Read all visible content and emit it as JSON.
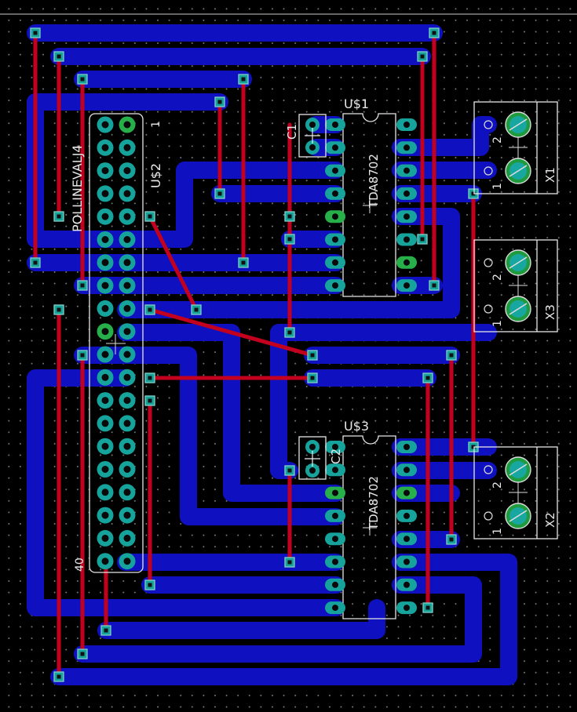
{
  "board": {
    "frame_line": true,
    "colors": {
      "background": "#000000",
      "bottom_copper": "#0f10bf",
      "top_copper": "#c4001f",
      "pad": "#16a39b",
      "silkscreen": "#e8e8e8"
    }
  },
  "labels": {
    "u2_name": "U$2",
    "u2_value": "POLLINEVALJ4",
    "u2_pin1": "1",
    "u2_pin40": "40",
    "u1_name": "U$1",
    "u1_value": "TDA8702",
    "u3_name": "U$3",
    "u3_value": "TDA8702",
    "c1_name": "C1",
    "c2_name": "C2",
    "x1_name": "X1",
    "x2_name": "X2",
    "x3_name": "X3",
    "terminal_pin1": "1",
    "terminal_pin2": "2"
  }
}
